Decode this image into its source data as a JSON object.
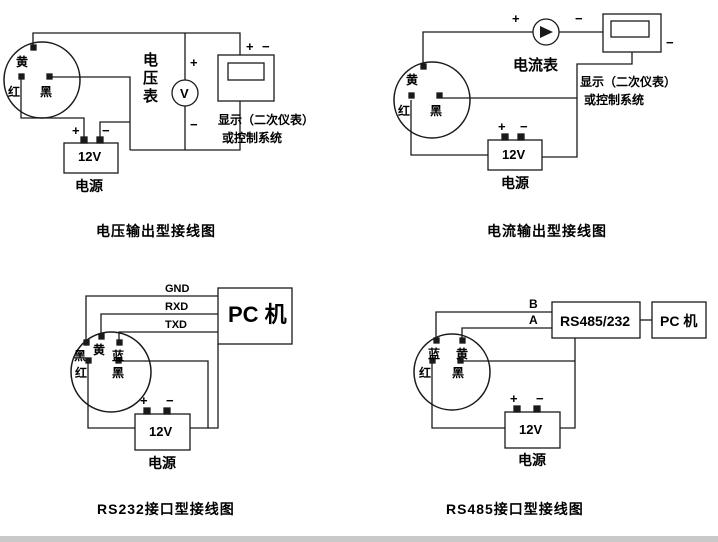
{
  "page": {
    "background": "#ffffff",
    "line_color": "#1a1a1a"
  },
  "signs": {
    "plus": "+",
    "minus": "−"
  },
  "diagrams": {
    "voltage": {
      "title": "电压输出型接线图",
      "meter_label": "电压表",
      "meter_symbol": "V",
      "wires": {
        "yellow": "黄",
        "red": "红",
        "black": "黑"
      },
      "display_line1": "显示（二次仪表）",
      "display_line2": "或控制系统",
      "power": {
        "value": "12V",
        "label": "电源"
      }
    },
    "current": {
      "title": "电流输出型接线图",
      "meter_label": "电流表",
      "wires": {
        "yellow": "黄",
        "red": "红",
        "black": "黑"
      },
      "display_line1": "显示（二次仪表）",
      "display_line2": "或控制系统",
      "power": {
        "value": "12V",
        "label": "电源"
      }
    },
    "rs232": {
      "title": "RS232接口型接线图",
      "pc_label": "PC 机",
      "pins": {
        "gnd": "GND",
        "rxd": "RXD",
        "txd": "TXD"
      },
      "wires": {
        "black_top": "黑",
        "yellow": "黄",
        "blue": "蓝",
        "red": "红",
        "black": "黑"
      },
      "power": {
        "value": "12V",
        "label": "电源"
      }
    },
    "rs485": {
      "title": "RS485接口型接线图",
      "converter_label": "RS485/232",
      "pc_label": "PC 机",
      "pins": {
        "b": "B",
        "a": "A"
      },
      "wires": {
        "blue": "蓝",
        "yellow": "黄",
        "red": "红",
        "black": "黑"
      },
      "power": {
        "value": "12V",
        "label": "电源"
      }
    }
  }
}
